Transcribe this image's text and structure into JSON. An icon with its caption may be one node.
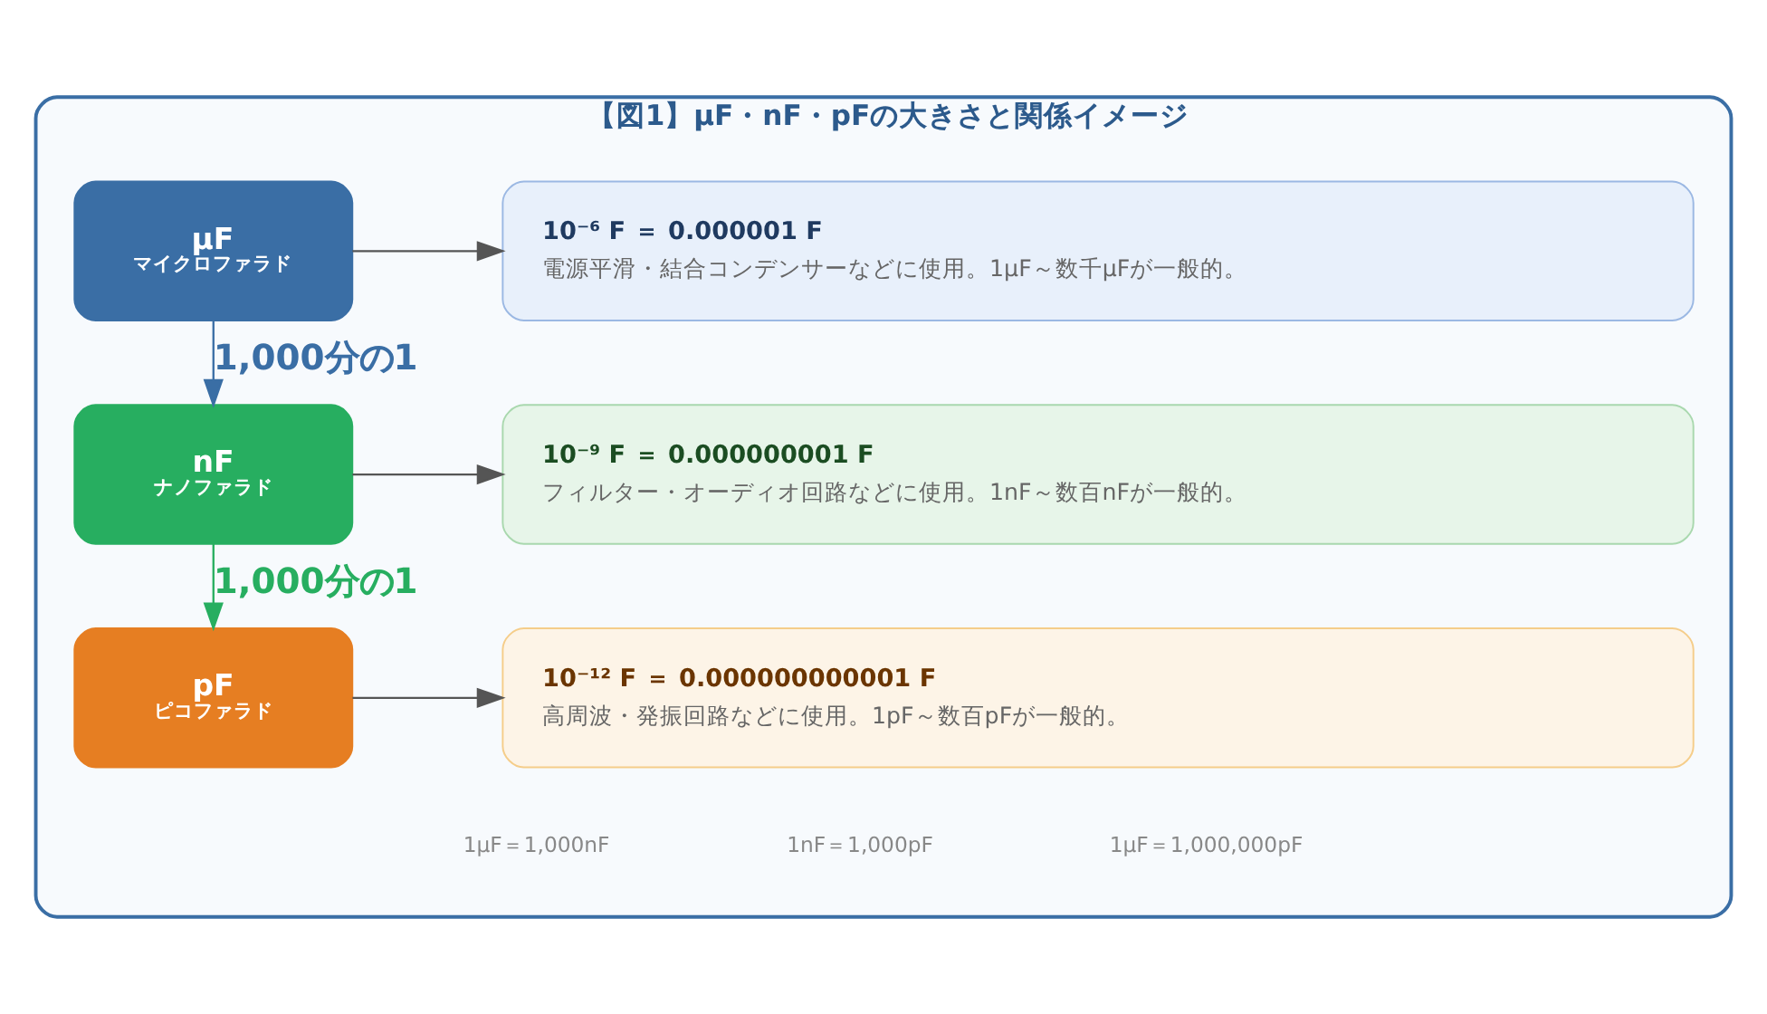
{
  "diagram": {
    "nodes": [
      {
        "text": [
          "【図1】µF・nF・pFの大きさと関係イメージ"
        ]
      },
      {
        "text": [
          "µF",
          "マイクロファラド"
        ],
        "in": 0
      },
      {
        "text": [
          "10⁻⁶ F ＝ 0.000001 F",
          "電源平滑・結合コンデンサーなどに使用。1µF～数千µFが一般的。"
        ],
        "in": 0
      },
      {
        "text": [
          "nF",
          "ナノファラド"
        ],
        "in": 0
      },
      {
        "text": [
          "10⁻⁹ F ＝ 0.000000001 F",
          "フィルター・オーディオ回路などに使用。1nF～数百nFが一般的。"
        ],
        "in": 0
      },
      {
        "text": [
          "pF",
          "ピコファラド"
        ],
        "in": 0
      },
      {
        "text": [
          "10⁻¹² F ＝ 0.000000000001 F",
          "高周波・発振回路などに使用。1pF～数百pFが一般的。"
        ],
        "in": 0
      }
    ],
    "edges": [
      {
        "from": 1,
        "to": 2,
        "arrow": "to"
      },
      {
        "from": 1,
        "to": 3,
        "arrow": "to",
        "label": "1,000分の1",
        "color": "#3a6ea5"
      },
      {
        "from": 3,
        "to": 4,
        "arrow": "to"
      },
      {
        "from": 3,
        "to": 5,
        "arrow": "to",
        "label": "1,000分の1",
        "color": "#27ae60"
      },
      {
        "from": 5,
        "to": 6,
        "arrow": "to"
      }
    ],
    "labels": [
      "1µF＝1,000nF",
      "1nF＝1,000pF",
      "1µF＝1,000,000pF"
    ]
  }
}
